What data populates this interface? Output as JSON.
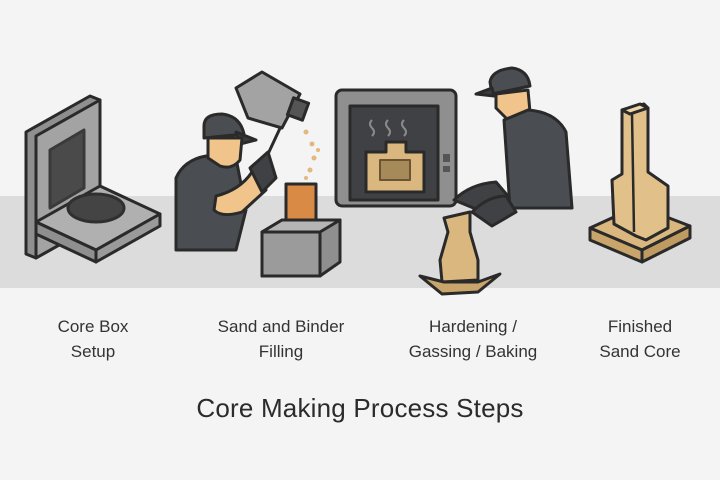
{
  "diagram": {
    "title": "Core Making Process Steps",
    "steps": [
      {
        "line1": "Core Box",
        "line2": "Setup",
        "icon": "core-box-icon"
      },
      {
        "line1": "Sand and Binder",
        "line2": "Filling",
        "icon": "worker-pouring-sand-icon"
      },
      {
        "line1": "Hardening /",
        "line2": "Gassing / Baking",
        "icon": "oven-worker-icon"
      },
      {
        "line1": "Finished",
        "line2": "Sand Core",
        "icon": "finished-core-icon"
      }
    ],
    "colors": {
      "background": "#f4f4f4",
      "band": "#dcdcdc",
      "metal": "#8f8f8f",
      "dark_metal": "#3f4144",
      "sand": "#d9b77f",
      "sand_fill": "#d98a45",
      "skin": "#f0c48a",
      "outline": "#2a2a2a"
    }
  }
}
